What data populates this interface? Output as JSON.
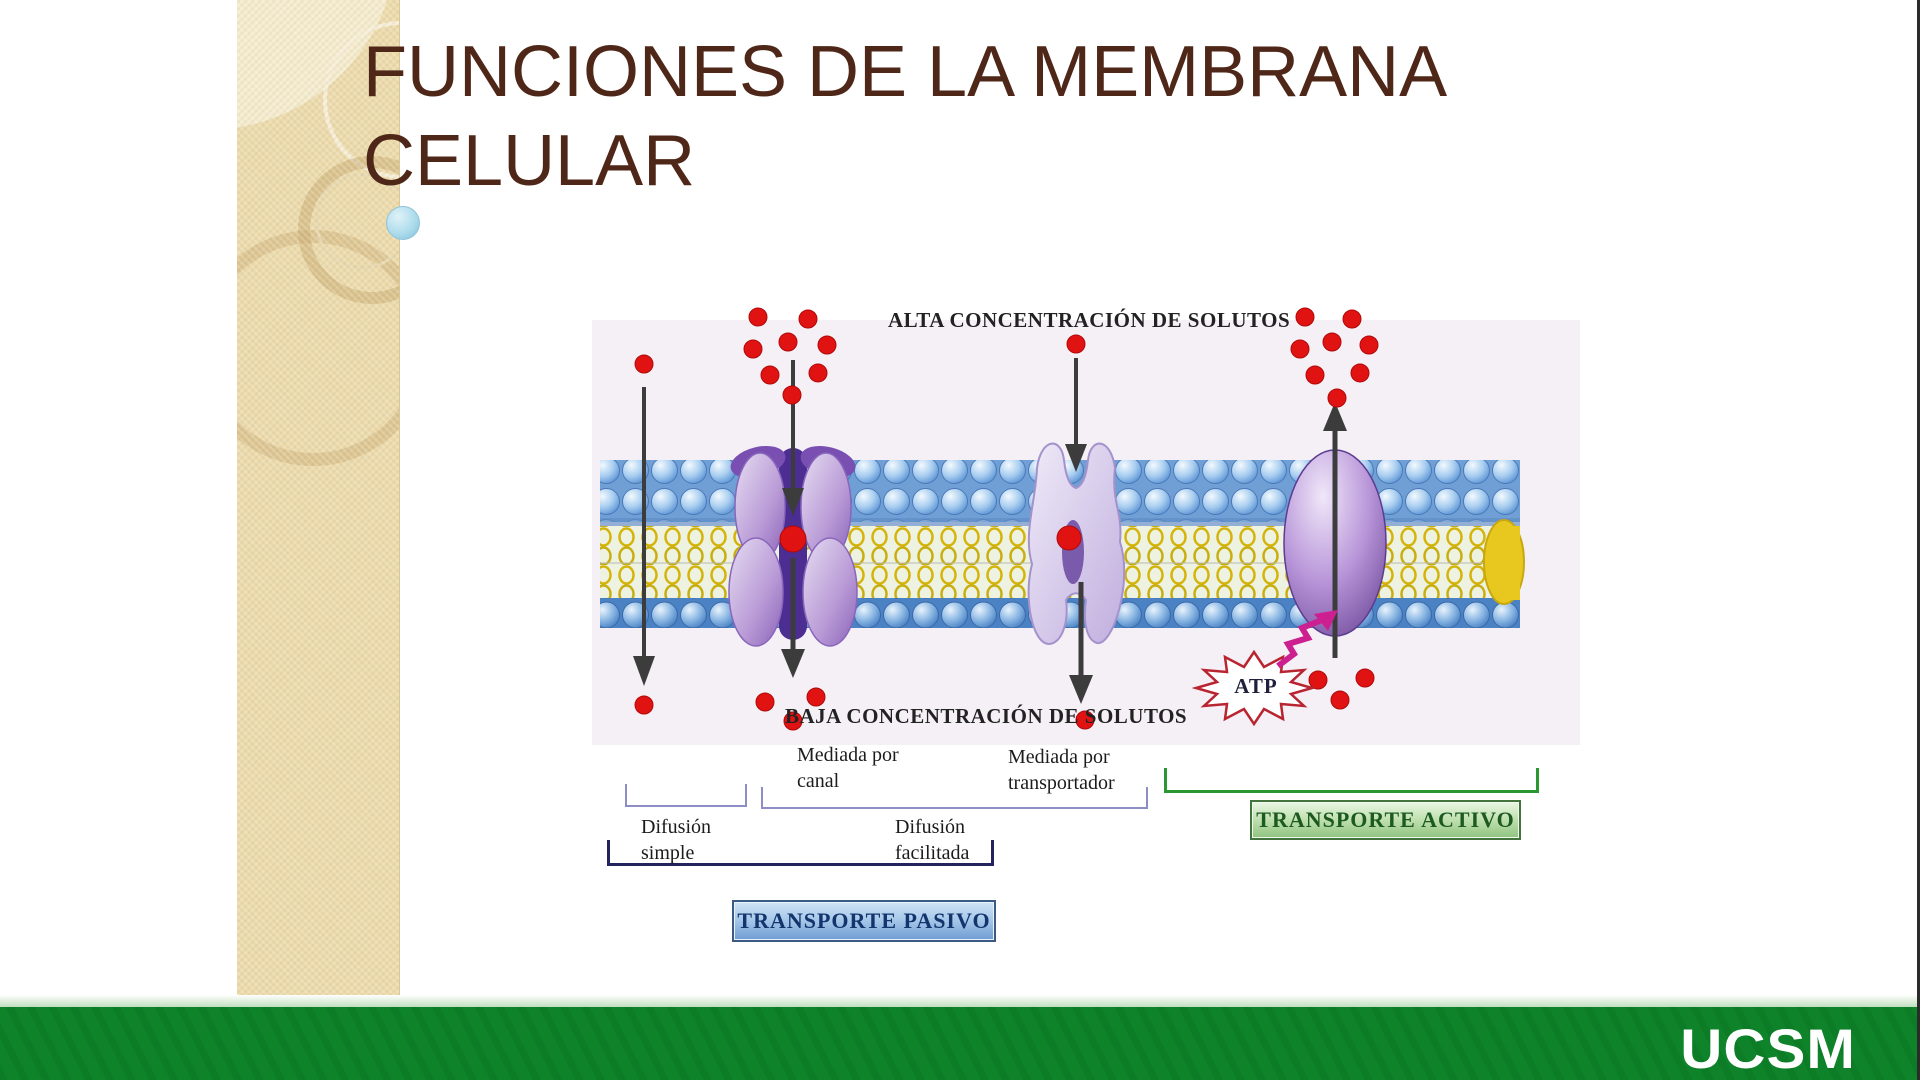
{
  "slide": {
    "title_line1": "FUNCIONES DE LA MEMBRANA",
    "title_line2": "CELULAR"
  },
  "diagram": {
    "top_label": "ALTA CONCENTRACIÓN DE SOLUTOS",
    "bottom_label": "BAJA CONCENTRACIÓN DE SOLUTOS",
    "atp_label": "ATP",
    "mediada_por_canal": "Mediada por\ncanal",
    "mediada_por_transportador": "Mediada por\ntransportador",
    "difusion_simple": "Difusión\nsimple",
    "difusion_facilitada": "Difusión\nfacilitada",
    "transporte_pasivo": "TRANSPORTE PASIVO",
    "transporte_activo": "TRANSPORTE ACTIVO"
  },
  "footer": {
    "logo_text": "UCSM"
  },
  "colors": {
    "title_brown": "#4f2718",
    "strip_beige": "#ebdaab",
    "footer_green": "#0e8329",
    "solute_red": "#e01212",
    "membrane_blue": "#5e96d6",
    "lipid_tail_yellow": "#d4b40a",
    "protein_purple": "#8a62b8",
    "passive_box_blue": "#6f9cd2",
    "active_box_green": "#90c47f",
    "bracket_navy": "#23235e",
    "bracket_green": "#2a9733",
    "bracket_slate": "#8e8ec6"
  }
}
